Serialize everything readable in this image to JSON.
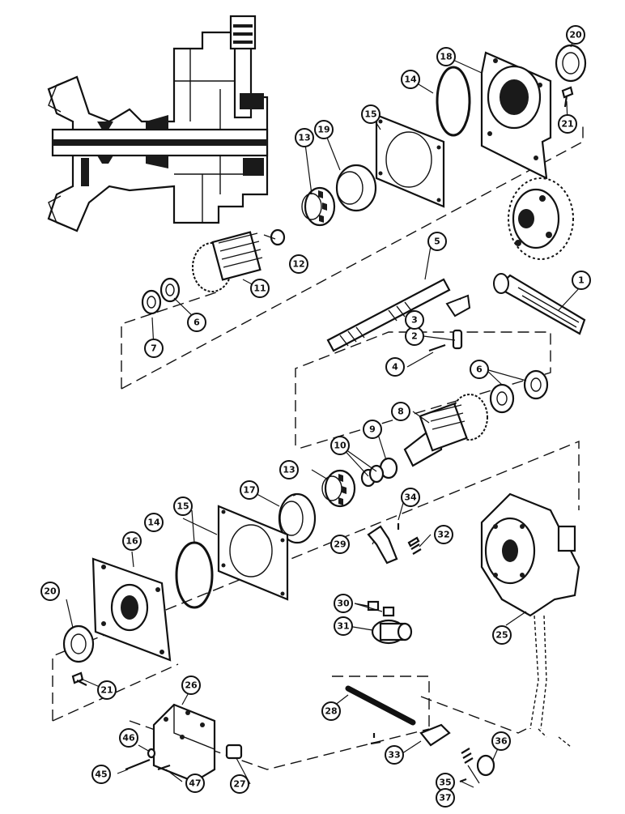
{
  "diagram": {
    "callouts": [
      {
        "id": "c1",
        "label": "1"
      },
      {
        "id": "c2",
        "label": "2"
      },
      {
        "id": "c3",
        "label": "3"
      },
      {
        "id": "c4",
        "label": "4"
      },
      {
        "id": "c5",
        "label": "5"
      },
      {
        "id": "c6a",
        "label": "6"
      },
      {
        "id": "c6b",
        "label": "6"
      },
      {
        "id": "c7",
        "label": "7"
      },
      {
        "id": "c8",
        "label": "8"
      },
      {
        "id": "c9",
        "label": "9"
      },
      {
        "id": "c10",
        "label": "10"
      },
      {
        "id": "c11",
        "label": "11"
      },
      {
        "id": "c12",
        "label": "12"
      },
      {
        "id": "c13a",
        "label": "13"
      },
      {
        "id": "c13b",
        "label": "13"
      },
      {
        "id": "c14a",
        "label": "14"
      },
      {
        "id": "c14b",
        "label": "14"
      },
      {
        "id": "c15a",
        "label": "15"
      },
      {
        "id": "c15b",
        "label": "15"
      },
      {
        "id": "c16",
        "label": "16"
      },
      {
        "id": "c17",
        "label": "17"
      },
      {
        "id": "c18",
        "label": "18"
      },
      {
        "id": "c19",
        "label": "19"
      },
      {
        "id": "c20a",
        "label": "20"
      },
      {
        "id": "c20b",
        "label": "20"
      },
      {
        "id": "c21a",
        "label": "21"
      },
      {
        "id": "c21b",
        "label": "21"
      },
      {
        "id": "c25",
        "label": "25"
      },
      {
        "id": "c26",
        "label": "26"
      },
      {
        "id": "c27",
        "label": "27"
      },
      {
        "id": "c28",
        "label": "28"
      },
      {
        "id": "c29",
        "label": "29"
      },
      {
        "id": "c30",
        "label": "30"
      },
      {
        "id": "c31",
        "label": "31"
      },
      {
        "id": "c32",
        "label": "32"
      },
      {
        "id": "c33",
        "label": "33"
      },
      {
        "id": "c34",
        "label": "34"
      },
      {
        "id": "c35",
        "label": "35"
      },
      {
        "id": "c36",
        "label": "36"
      },
      {
        "id": "c37",
        "label": "37"
      },
      {
        "id": "c45",
        "label": "45"
      },
      {
        "id": "c46",
        "label": "46"
      },
      {
        "id": "c47",
        "label": "47"
      }
    ]
  }
}
